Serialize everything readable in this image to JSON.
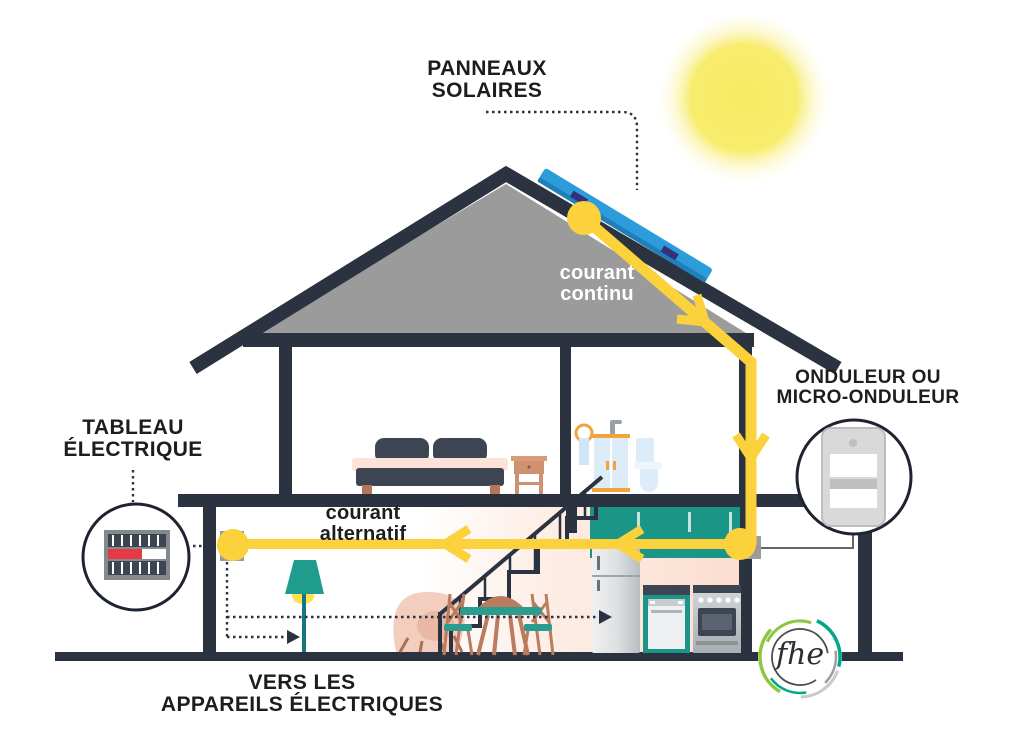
{
  "labels": {
    "solar_panels": {
      "line1": "PANNEAUX",
      "line2": "SOLAIRES"
    },
    "dc_current": {
      "line1": "courant",
      "line2": "continu"
    },
    "inverter": {
      "line1": "ONDULEUR OU",
      "line2": "MICRO-ONDULEUR"
    },
    "electrical_panel": {
      "line1": "TABLEAU",
      "line2": "ÉLECTRIQUE"
    },
    "ac_current": {
      "line1": "courant",
      "line2": "alternatif"
    },
    "to_appliances": {
      "line1": "VERS LES",
      "line2": "APPAREILS ÉLECTRIQUES"
    },
    "logo": "fhe"
  },
  "flow": {
    "path_order": [
      "PANNEAUX SOLAIRES",
      "courant continu",
      "ONDULEUR OU MICRO-ONDULEUR",
      "courant alternatif",
      "TABLEAU ÉLECTRIQUE",
      "VERS LES APPAREILS ÉLECTRIQUES"
    ],
    "arrow_color": "#FBD23B"
  },
  "colors": {
    "structure_dark": "#2B3240",
    "roof_gray": "#9B9B9B",
    "energy_yellow": "#FBD23B",
    "sun_yellow": "#F8EC6E",
    "panel_blue": "#2D9CDB",
    "teal": "#1B9588",
    "peach_room": "#FBDDCE",
    "wood_brown": "#BA7D5E",
    "panel_red": "#E63946",
    "logo_green": "#8DC63F",
    "logo_teal": "#00A887"
  }
}
